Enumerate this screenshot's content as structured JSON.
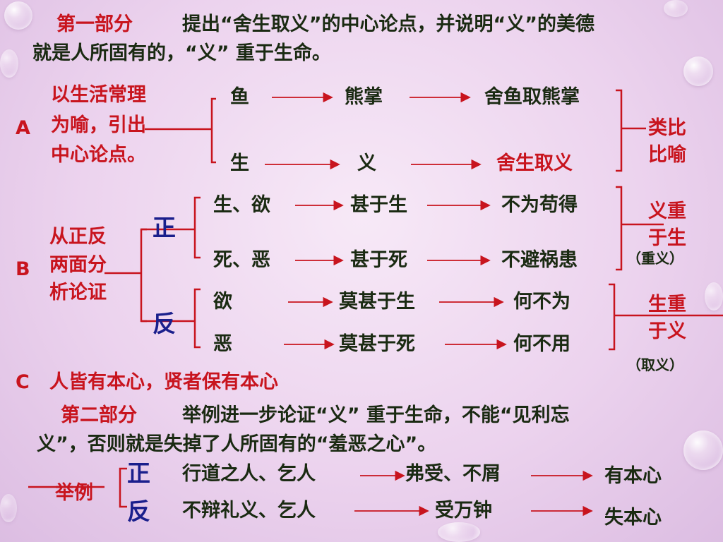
{
  "part1": {
    "heading": "第一部分",
    "line1": "提出“舍生取义”的中心论点，并说明“义”的美德",
    "line2": "就是人所固有的，“义” 重于生命。"
  },
  "sectionA": {
    "letter": "A",
    "desc": [
      "以生活常理",
      "为喻，引出",
      "中心论点。"
    ],
    "row1": [
      "鱼",
      "熊掌",
      "舍鱼取熊掌"
    ],
    "row2": [
      "生",
      "义",
      "舍生取义"
    ],
    "conclusion": [
      "类比",
      "比喻"
    ]
  },
  "sectionB": {
    "letter": "B",
    "desc": [
      "从正反",
      "两面分",
      "析论证"
    ],
    "zheng": "正",
    "fan": "反",
    "zheng_rows": [
      [
        "生、欲",
        "甚于生",
        "不为苟得"
      ],
      [
        "死、恶",
        "甚于死",
        "不避祸患"
      ]
    ],
    "fan_rows": [
      [
        "欲",
        "莫甚于生",
        "何不为"
      ],
      [
        "恶",
        "莫甚于死",
        "何不用"
      ]
    ],
    "zheng_conclusion": [
      "义重",
      "于生"
    ],
    "zheng_note": "（重义）",
    "fan_conclusion": [
      "生重",
      "于义"
    ],
    "fan_note": "（取义）"
  },
  "sectionC": {
    "letter": "C",
    "text": "人皆有本心，贤者保有本心"
  },
  "part2": {
    "heading": "第二部分",
    "line1": "举例进一步论证“义” 重于生命，不能“见利忘",
    "line2": "义”，否则就是失掉了人所固有的“羞恶之心”。"
  },
  "example": {
    "label": "举例",
    "zheng": "正",
    "fan": "反",
    "zheng_row": [
      "行道之人、乞人",
      "弗受、不屑",
      "有本心"
    ],
    "fan_row": [
      "不辩礼义、乞人",
      "受万钟",
      "失本心"
    ]
  }
}
